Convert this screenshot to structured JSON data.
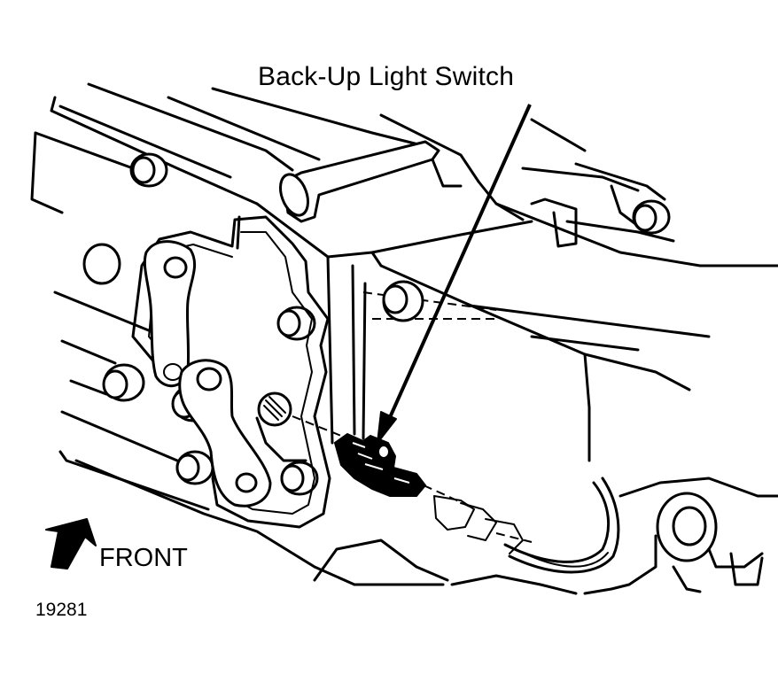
{
  "callout": {
    "text": "Back-Up Light Switch"
  },
  "direction": {
    "text": "FRONT",
    "icon": "front-arrow-icon"
  },
  "figure": {
    "number": "19281"
  },
  "colors": {
    "ink": "#000000",
    "paper": "#ffffff"
  }
}
